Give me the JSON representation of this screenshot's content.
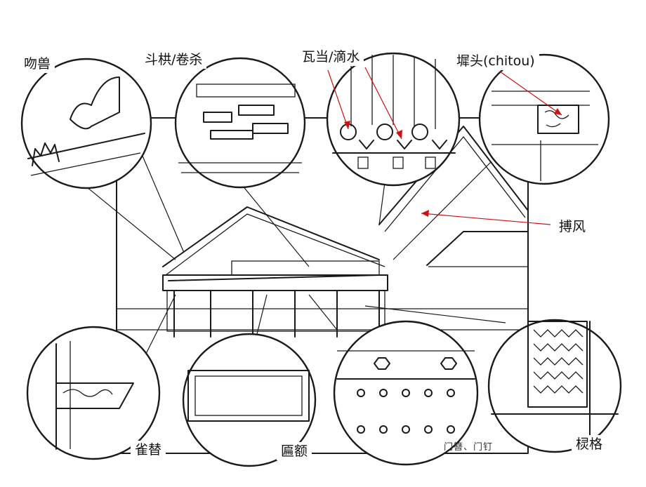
{
  "labels": {
    "wenshou": "吻兽",
    "dougong": "斗栱/卷杀",
    "wadang": "瓦当/滴水",
    "chitou": "墀头(chitou)",
    "bofeng": "搏风",
    "queti": "雀替",
    "biane": "匾额",
    "lingge": "棂格"
  },
  "stamp": "门簪、门钉",
  "colors": {
    "arrow": "#d01010",
    "ink": "#1a1a1a",
    "paper": "#ffffff"
  }
}
